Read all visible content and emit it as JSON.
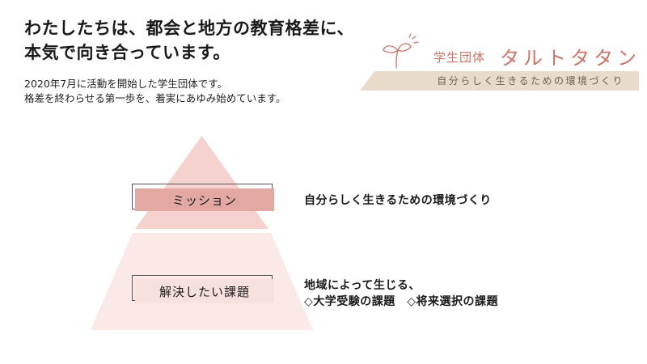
{
  "headline": {
    "line1": "わたしたちは、都会と地方の教育格差に、",
    "line2": "本気で向き合っています。"
  },
  "intro": {
    "line1": "2020年7月に活動を開始した学生団体です。",
    "line2": "格差を終わらせる第一歩を、着実にあゆみ始めています。"
  },
  "brand": {
    "org_label": "学生団体",
    "name": "タルトタタン",
    "tagline": "自分らしく生きるための環境づくり",
    "icon": "sprout-icon",
    "accent_color": "#c8766a",
    "band_color": "#e8dbcc"
  },
  "pyramid": {
    "top_color": "#e4a8a3",
    "base_color": "#fbe9e7",
    "mission": {
      "label": "ミッション",
      "description": "自分らしく生きるための環境づくり"
    },
    "issues": {
      "label": "解決したい課題",
      "line1": "地域によって生じる、",
      "line2": "◇大学受験の課題　◇将来選択の課題"
    }
  }
}
